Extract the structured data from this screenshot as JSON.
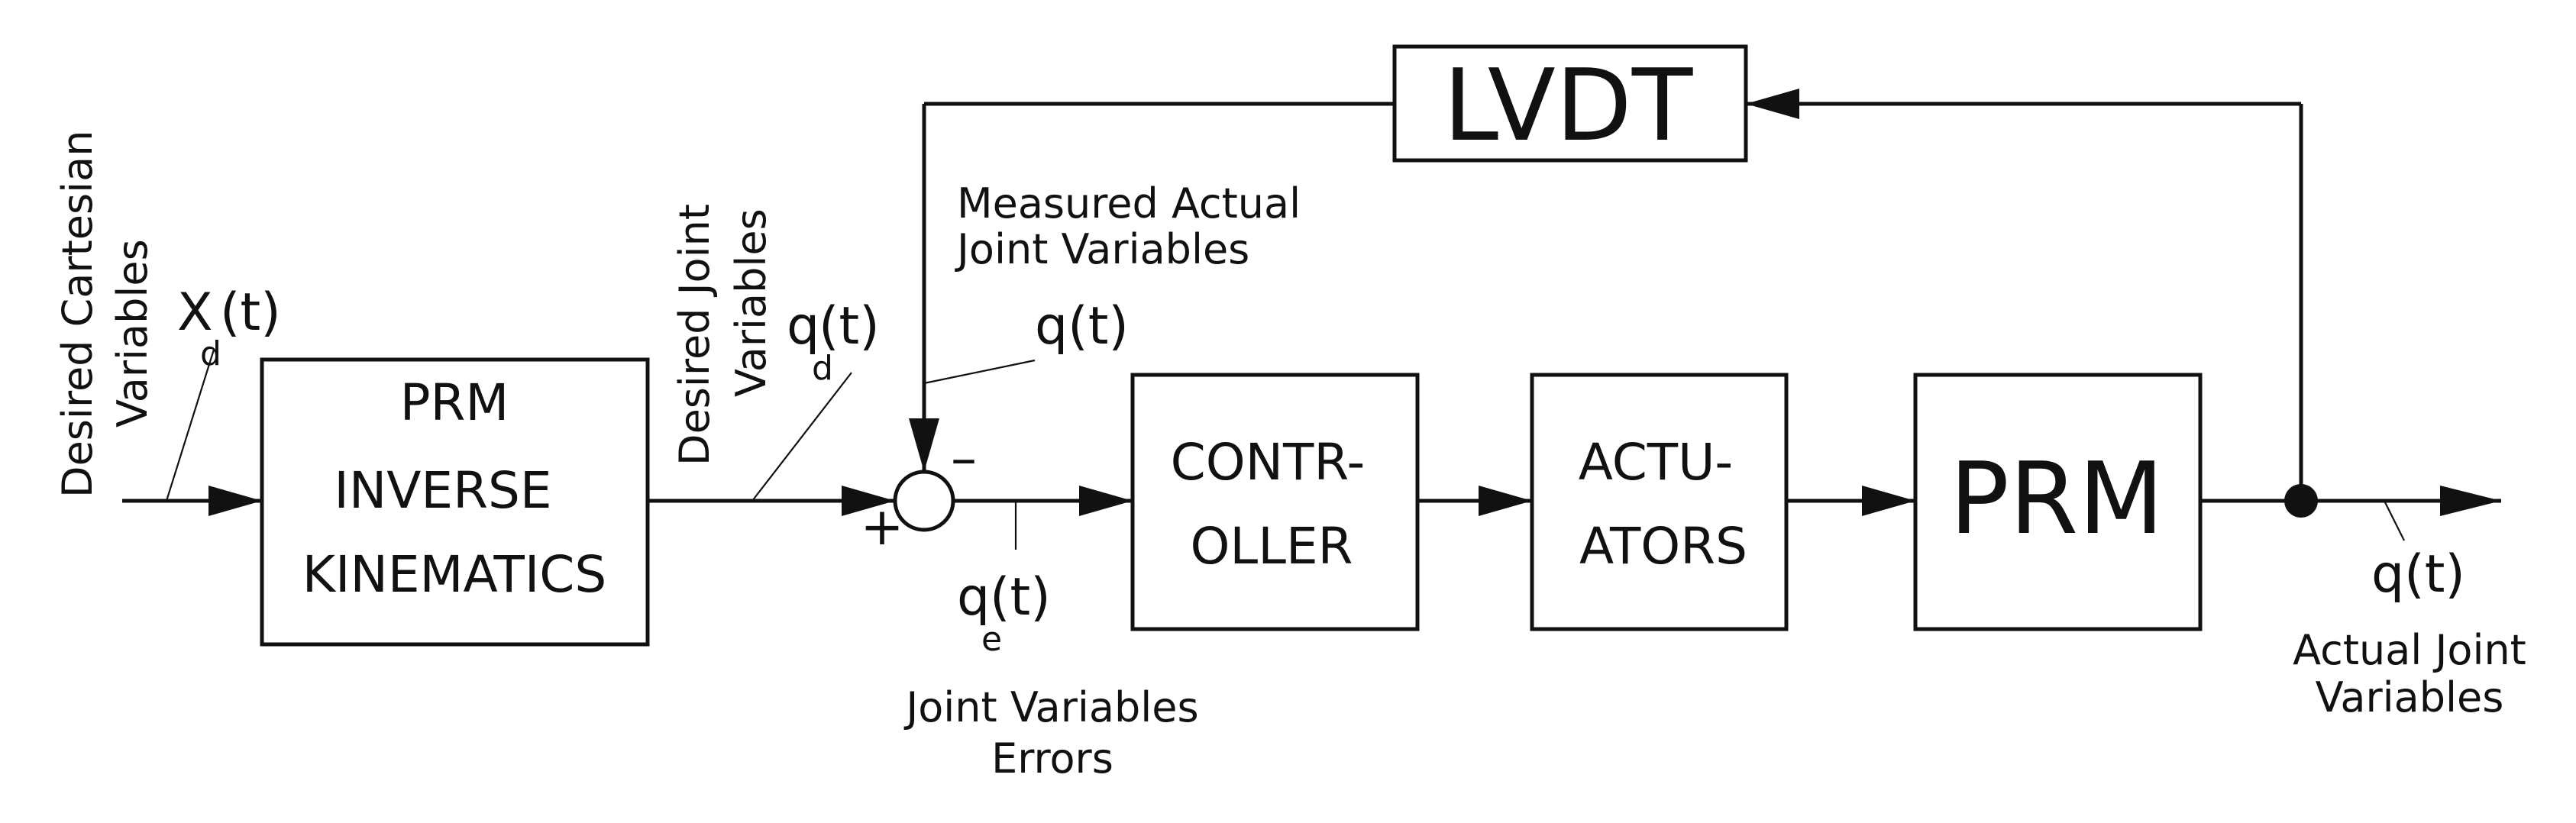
{
  "blocks": {
    "inverse_kinematics": [
      "PRM",
      "INVERSE",
      "KINEMATICS"
    ],
    "controller": [
      "CONTR-",
      "OLLER"
    ],
    "actuators": [
      "ACTU-",
      "ATORS"
    ],
    "prm": "PRM",
    "lvdt": "LVDT"
  },
  "signals": {
    "desired_cartesian": {
      "symbol": "X",
      "subscript": "d",
      "arg": "(t)",
      "label": [
        "Desired Cartesian",
        "Variables"
      ]
    },
    "desired_joint": {
      "symbol": "q",
      "subscript": "d",
      "arg": "(t)",
      "label": [
        "Desired Joint",
        "Variables"
      ]
    },
    "measured": {
      "symbol": "q(t)",
      "label": [
        "Measured Actual",
        "Joint Variables"
      ]
    },
    "error": {
      "symbol": "q",
      "subscript": "e",
      "arg": "(t)",
      "label": [
        "Joint Variables",
        "Errors"
      ]
    },
    "actual": {
      "symbol": "q(t)",
      "label": [
        "Actual Joint",
        "Variables"
      ]
    }
  },
  "summing_junction": {
    "plus": "+",
    "minus": "–"
  }
}
